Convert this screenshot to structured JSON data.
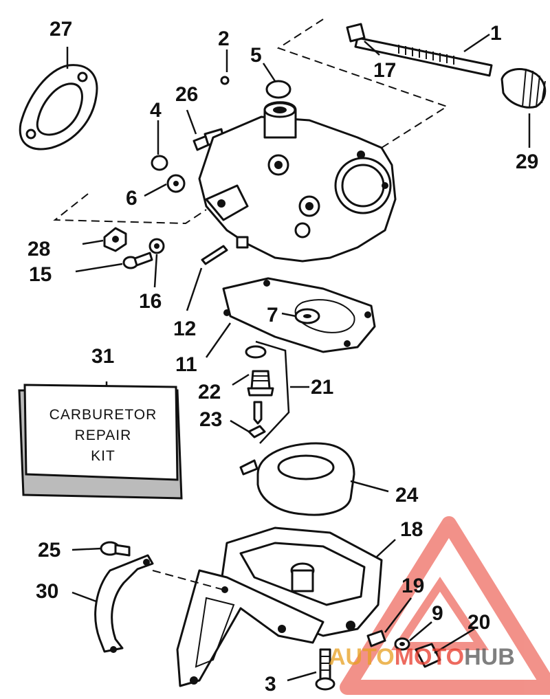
{
  "callouts": [
    {
      "id": "1",
      "text": "1"
    },
    {
      "id": "2",
      "text": "2"
    },
    {
      "id": "3",
      "text": "3"
    },
    {
      "id": "4",
      "text": "4"
    },
    {
      "id": "5",
      "text": "5"
    },
    {
      "id": "6",
      "text": "6"
    },
    {
      "id": "7",
      "text": "7"
    },
    {
      "id": "9",
      "text": "9"
    },
    {
      "id": "11",
      "text": "11"
    },
    {
      "id": "12",
      "text": "12"
    },
    {
      "id": "15",
      "text": "15"
    },
    {
      "id": "16",
      "text": "16"
    },
    {
      "id": "17",
      "text": "17"
    },
    {
      "id": "18",
      "text": "18"
    },
    {
      "id": "19",
      "text": "19"
    },
    {
      "id": "20",
      "text": "20"
    },
    {
      "id": "21",
      "text": "21"
    },
    {
      "id": "22",
      "text": "22"
    },
    {
      "id": "23",
      "text": "23"
    },
    {
      "id": "24",
      "text": "24"
    },
    {
      "id": "25",
      "text": "25"
    },
    {
      "id": "26",
      "text": "26"
    },
    {
      "id": "27",
      "text": "27"
    },
    {
      "id": "28",
      "text": "28"
    },
    {
      "id": "29",
      "text": "29"
    },
    {
      "id": "30",
      "text": "30"
    },
    {
      "id": "31",
      "text": "31"
    }
  ],
  "kit": {
    "line1": "CARBURETOR",
    "line2": "REPAIR",
    "line3": "KIT"
  },
  "watermark": {
    "part1": "AUTO",
    "part2": "MOTO",
    "part3": "HUB",
    "color_primary": "#e8392a",
    "color_secondary": "#555555"
  }
}
